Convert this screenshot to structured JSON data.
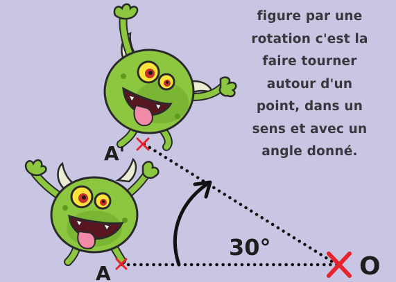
{
  "explanation_lines": [
    "figure par une",
    "rotation c'est la",
    "faire tourner",
    "autour d'un",
    "point, dans un",
    "sens et avec un",
    "angle donné."
  ],
  "points": {
    "original": "A",
    "image": "A'",
    "center": "O"
  },
  "angle_label": "30°",
  "colors": {
    "background": "#c8c6e2",
    "text": "#37373d",
    "cross": "#e8232e",
    "monster_body": "#8dc63f",
    "monster_shade": "#5e9a22",
    "horns": "#ecebd3"
  }
}
